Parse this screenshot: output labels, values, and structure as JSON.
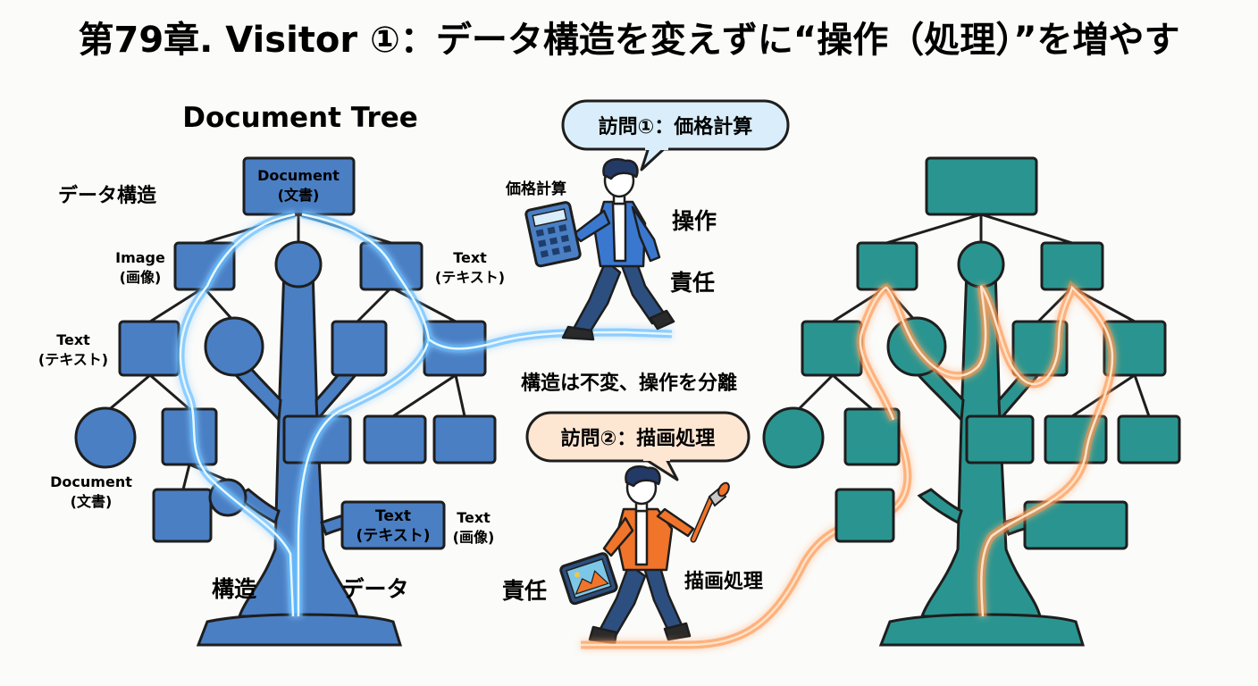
{
  "title": "第79章. Visitor ①：データ構造を変えずに“操作（処理）”を増やす",
  "left_tree": {
    "heading": "Document Tree",
    "data_structure_label": "データ構造",
    "root_line1": "Document",
    "root_line2": "(文書)",
    "image_line1": "Image",
    "image_line2": "(画像)",
    "text_top_right_line1": "Text",
    "text_top_right_line2": "(テキスト)",
    "text_left_line1": "Text",
    "text_left_line2": "(テキスト)",
    "doc_left_line1": "Document",
    "doc_left_line2": "(文書)",
    "text_box_line1": "Text",
    "text_box_line2": "(テキスト)",
    "text_side_line1": "Text",
    "text_side_line2": "(画像)",
    "structure_label": "構造",
    "data_label": "データ"
  },
  "visitor1": {
    "bubble": "訪問①：価格計算",
    "calc_label": "価格計算",
    "operation_label": "操作",
    "responsibility_label": "責任"
  },
  "middle_caption": "構造は不変、操作を分離",
  "visitor2": {
    "bubble": "訪問②：描画処理",
    "responsibility_label": "責任",
    "render_label": "描画処理"
  },
  "colors": {
    "blue_node": "#4a7fc4",
    "teal_node": "#2a9590",
    "outline": "#1e1e1e",
    "blue_glow": "#3fb4ff",
    "orange_glow": "#ff8a2a",
    "bubble_blue": "#d9eefa",
    "bubble_orange": "#fde6d2",
    "jacket_blue": "#3a78d0",
    "jacket_orange": "#f0742a",
    "pants": "#2d4f80"
  },
  "icons": [
    "calculator-icon",
    "paintbrush-icon",
    "tablet-image-icon"
  ]
}
